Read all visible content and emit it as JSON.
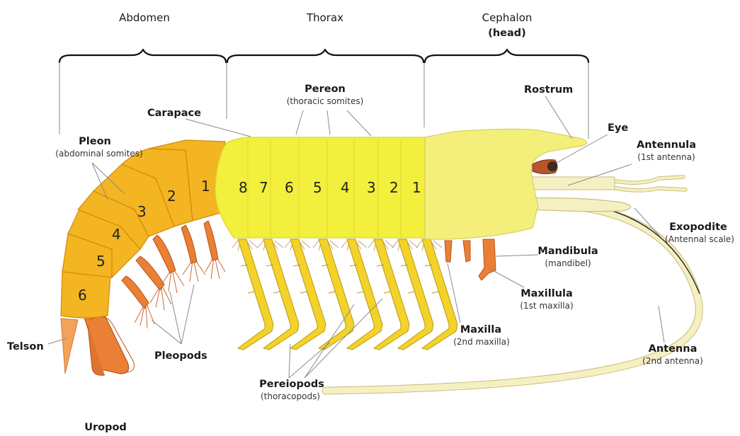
{
  "colors": {
    "pleon_fill": "#f3b521",
    "pleon_stroke": "#d18a0f",
    "thorax_fill": "#f2ef3d",
    "thorax_stroke": "#e2d52a",
    "cephalon_fill": "#f3ef7a",
    "appendage_fill": "#e98035",
    "appendage_stroke": "#b9531a",
    "antenna_fill": "#f5f0c2",
    "antenna_stroke": "#c9be7a",
    "eye_fill": "#b7552b",
    "leader": "#8a8a8a"
  },
  "regions": {
    "abdomen": "Abdomen",
    "thorax": "Thorax",
    "cephalon": "Cephalon",
    "cephalon_note": "(head)"
  },
  "labels": {
    "pereon": "Pereon",
    "pereon_note": "(thoracic somites)",
    "carapace": "Carapace",
    "pleon": "Pleon",
    "pleon_note": "(abdominal somites)",
    "rostrum": "Rostrum",
    "eye": "Eye",
    "antennula": "Antennula",
    "antennula_note": "(1st antenna)",
    "exopodite": "Exopodite",
    "exopodite_note": "(Antennal scale)",
    "mandibula": "Mandibula",
    "mandibula_note": "(mandibel)",
    "maxillula": "Maxillula",
    "maxillula_note": "(1st maxilla)",
    "maxilla": "Maxilla",
    "maxilla_note": "(2nd maxilla)",
    "antenna": "Antenna",
    "antenna_note": "(2nd antenna)",
    "telson": "Telson",
    "pleopods": "Pleopods",
    "pereiopods": "Pereiopods",
    "pereiopods_note": "(thoracopods)",
    "uropod": "Uropod"
  },
  "thoracic_numbers": [
    "8",
    "7",
    "6",
    "5",
    "4",
    "3",
    "2",
    "1"
  ],
  "abdominal_numbers": [
    "1",
    "2",
    "3",
    "4",
    "5",
    "6"
  ]
}
